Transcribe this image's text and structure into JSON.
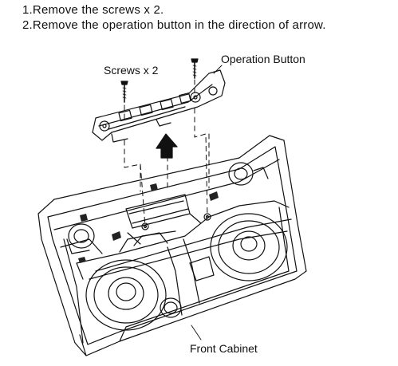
{
  "instructions": [
    "1.Remove the screws x 2.",
    "2.Remove the operation button in the direction of arrow."
  ],
  "labels": {
    "screws": "Screws x 2",
    "operation_button": "Operation Button",
    "front_cabinet": "Front Cabinet"
  }
}
